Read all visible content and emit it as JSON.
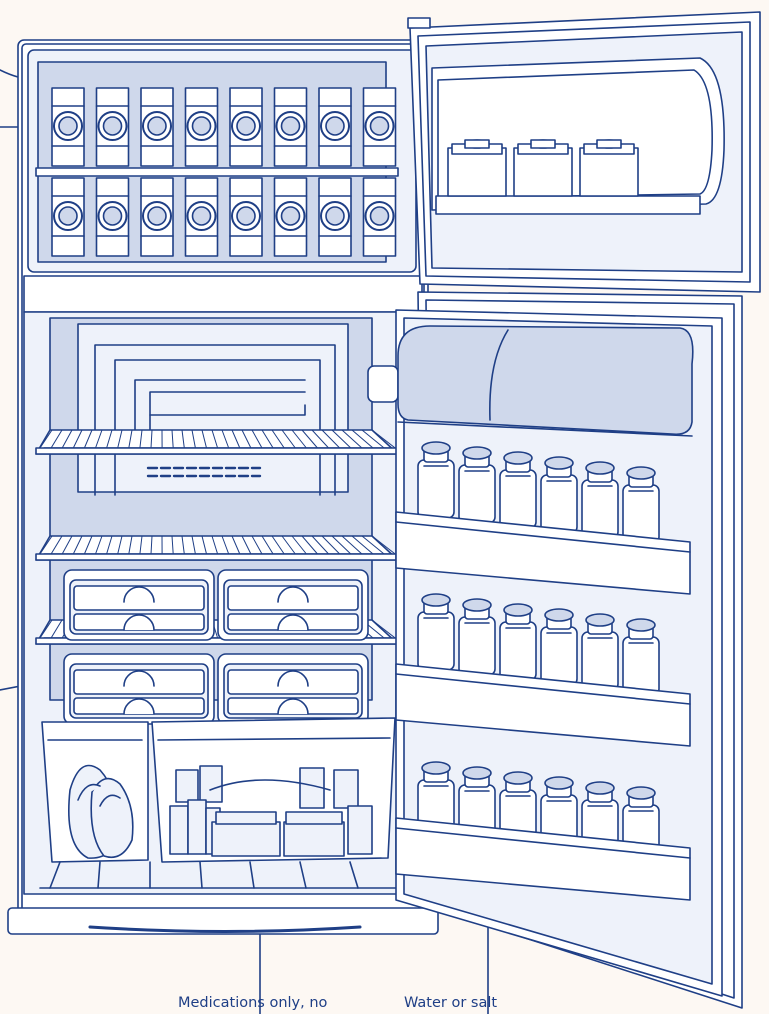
{
  "captions": {
    "medications": "Medications only, no",
    "water": "Water or salt"
  },
  "colors": {
    "background": "#fdf8f3",
    "line": "#1f3f86",
    "tint": "#cfd8eb",
    "interior": "#eef2fa",
    "white": "#ffffff"
  },
  "freezer": {
    "vaccine_racks": 2,
    "vaccines_per_rack": 8
  },
  "freezer_door": {
    "ice_packs": 3
  },
  "door_bins": [
    {
      "name": "upper",
      "bottles": 6
    },
    {
      "name": "middle",
      "bottles": 6
    },
    {
      "name": "lower",
      "bottles": 6
    }
  ]
}
